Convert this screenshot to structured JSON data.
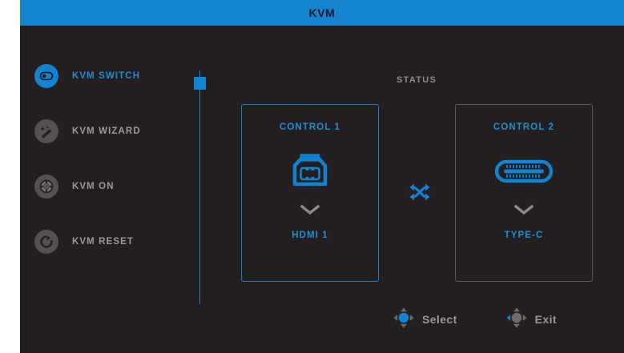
{
  "window": {
    "title": "KVM",
    "accent_color": "#1383cf",
    "background_color": "#231f20",
    "inactive_color": "#9a9a9a"
  },
  "sidebar": {
    "items": [
      {
        "label": "KVM SWITCH",
        "icon": "toggle-switch-icon",
        "state": "active"
      },
      {
        "label": "KVM WIZARD",
        "icon": "magic-wand-icon",
        "state": "idle"
      },
      {
        "label": "KVM ON",
        "icon": "power-dial-icon",
        "state": "idle"
      },
      {
        "label": "KVM RESET",
        "icon": "reset-arrow-icon",
        "state": "idle"
      }
    ]
  },
  "scrollbar": {
    "position": "top"
  },
  "main": {
    "status_label": "STATUS",
    "swap_icon": "shuffle-arrows-icon",
    "cards": [
      {
        "title": "CONTROL 1",
        "port_icon": "hdmi-port-icon",
        "source": "HDMI 1",
        "selected": true
      },
      {
        "title": "CONTROL 2",
        "port_icon": "usb-type-c-icon",
        "source": "TYPE-C",
        "selected": false
      }
    ]
  },
  "footer": {
    "buttons": [
      {
        "label": "Select",
        "icon": "joystick-press-icon"
      },
      {
        "label": "Exit",
        "icon": "joystick-left-icon"
      }
    ]
  }
}
